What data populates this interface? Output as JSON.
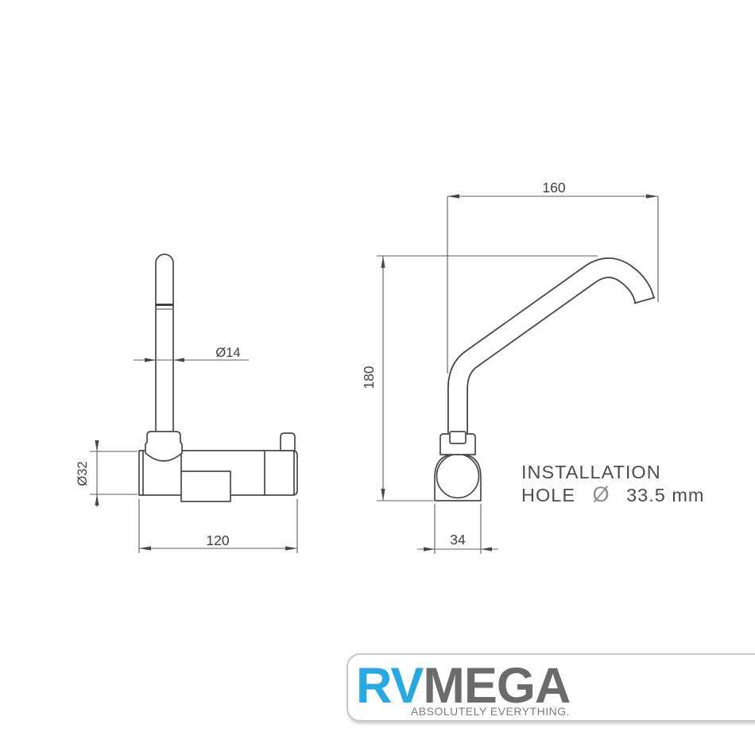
{
  "drawing": {
    "left_view": {
      "dim_spout_diameter": "Ø14",
      "dim_body_diameter": "Ø32",
      "dim_body_length": "120"
    },
    "right_view": {
      "dim_horizontal_reach": "160",
      "dim_vertical_height": "180",
      "dim_base_width": "34"
    },
    "installation_note": {
      "line1": "INSTALLATION",
      "hole_label": "HOLE",
      "diameter_symbol": "Ø",
      "hole_value": "33.5 mm"
    },
    "colors": {
      "object_line": "#46494c",
      "dimension_line": "#5b5e61",
      "dimension_text": "#3e4143"
    }
  },
  "logo": {
    "brand_part1": "RV",
    "brand_part2": "MEGA",
    "tagline": "ABSOLUTELY EVERYTHING.",
    "brand_color_primary": "#2aa9e0",
    "brand_color_secondary": "#696b6d"
  }
}
